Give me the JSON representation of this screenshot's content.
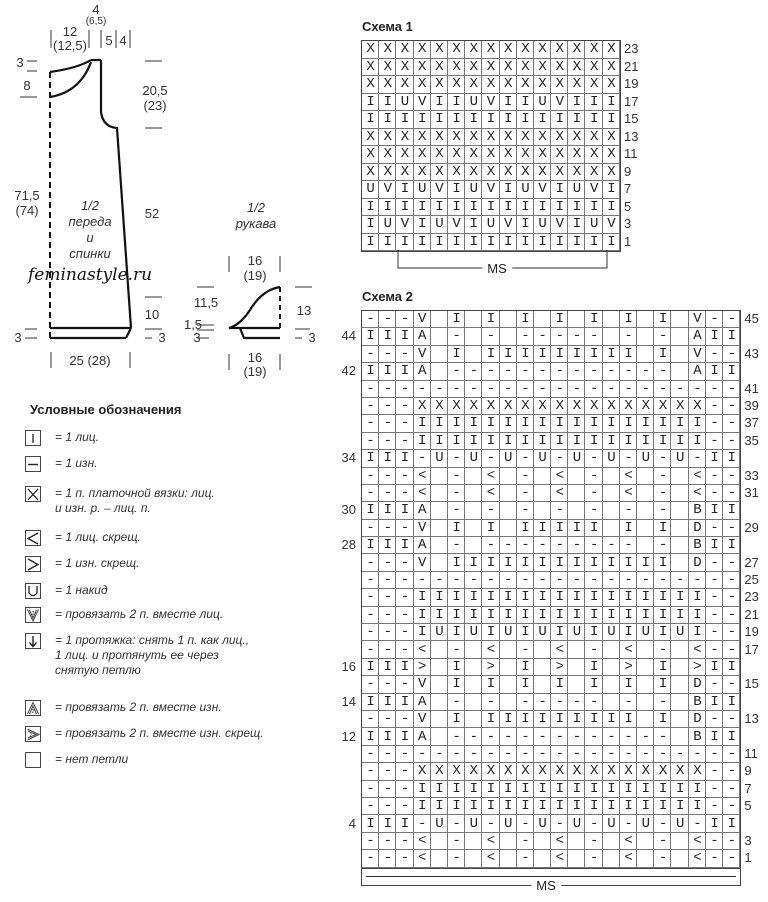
{
  "schematic": {
    "body": {
      "top_neck": "4",
      "top_neck_alt": "(6,5)",
      "top_width": "12",
      "top_width_alt": "(12,5)",
      "shoulder_a": "5",
      "shoulder_b": "4",
      "neck_drop_back": "3",
      "neck_drop_front": "8",
      "armhole": "20,5",
      "armhole_alt": "(23)",
      "length": "71,5",
      "length_alt": "(74)",
      "side": "52",
      "lower": "10",
      "hem_left": "3",
      "hem_right": "3",
      "width": "25 (28)",
      "caption": [
        "1/2",
        "переда",
        "и",
        "спинки"
      ]
    },
    "sleeve": {
      "caption": [
        "1/2",
        "рукава"
      ],
      "top": "16",
      "top_alt": "(19)",
      "cap_left": "11,5",
      "step": "1,5",
      "hem_left": "3",
      "cap_right": "13",
      "hem_right": "3",
      "bottom": "16",
      "bottom_alt": "(19)"
    },
    "watermark": "feminastyle.ru"
  },
  "legend": {
    "title": "Условные обозначения",
    "items": [
      {
        "code": "I",
        "text": "= 1 лиц."
      },
      {
        "code": "-",
        "text": "= 1 изн."
      },
      {
        "code": "X",
        "text": "= 1 п. платочной вязки: лиц.\nи изн. р. – лиц. п."
      },
      {
        "code": "<",
        "text": "= 1 лиц. скрещ."
      },
      {
        "code": ">",
        "text": "= 1 изн. скрещ."
      },
      {
        "code": "U",
        "text": "= 1 накид"
      },
      {
        "code": "V",
        "text": "= провязать 2 п. вместе лиц."
      },
      {
        "code": "D",
        "text": "= 1 протяжка: снять 1 п. как лиц.,\n1 лиц. и протянуть ее через\nснятую петлю"
      },
      {
        "code": "A",
        "text": "= провязать 2 п. вместе изн."
      },
      {
        "code": "B",
        "text": "= провязать 2 п. вместе изн. скрещ."
      },
      {
        "code": " ",
        "text": "= нет петли"
      }
    ]
  },
  "scheme1": {
    "title": "Схема 1",
    "repeat_label": "MS",
    "rows": [
      {
        "n": "23",
        "side": "right",
        "s": "XXXXXXXXXXXXXXX"
      },
      {
        "n": "21",
        "side": "right",
        "s": "XXXXXXXXXXXXXXX"
      },
      {
        "n": "19",
        "side": "right",
        "s": "XXXXXXXXXXXXXXX"
      },
      {
        "n": "17",
        "side": "right",
        "s": "IIUVIIUVIIUVIII"
      },
      {
        "n": "15",
        "side": "right",
        "s": "IIIIIIIIIIIIIII"
      },
      {
        "n": "13",
        "side": "right",
        "s": "XXXXXXXXXXXXXXX"
      },
      {
        "n": "11",
        "side": "right",
        "s": "XXXXXXXXXXXXXXX"
      },
      {
        "n": "9",
        "side": "right",
        "s": "XXXXXXXXXXXXXXX"
      },
      {
        "n": "7",
        "side": "right",
        "s": "UVIUVIUVIUVIUVI"
      },
      {
        "n": "5",
        "side": "right",
        "s": "IIIIIIIIIIIIIII"
      },
      {
        "n": "3",
        "side": "right",
        "s": "IUVIUVIUVIUVIUV"
      },
      {
        "n": "1",
        "side": "right",
        "s": "IIIIIIIIIIIIIII"
      }
    ]
  },
  "scheme2": {
    "title": "Схема 2",
    "repeat_label": "MS",
    "rows": [
      {
        "n": "45",
        "side": "right",
        "s": "---V I I I I I I I V--"
      },
      {
        "n": "44",
        "side": "left",
        "s": "IIIA - - ----- - - AII"
      },
      {
        "n": "43",
        "side": "right",
        "s": "---V I IIIIIIIII I V--"
      },
      {
        "n": "42",
        "side": "left",
        "s": "IIIA ------------- AII"
      },
      {
        "n": "41",
        "side": "right",
        "s": "----------------------"
      },
      {
        "n": "39",
        "side": "right",
        "s": "---XXXXXXXXXXXXXXXXX--"
      },
      {
        "n": "37",
        "side": "right",
        "s": "---IIIIIIIIIIIIIIIII--"
      },
      {
        "n": "35",
        "side": "right",
        "s": "---IIIIIIIIIIIIIIIII--"
      },
      {
        "n": "34",
        "side": "left",
        "s": "III-U-U-U-U-U-U-U-U-II"
      },
      {
        "n": "33",
        "side": "right",
        "s": "---< - < - < - < - <--"
      },
      {
        "n": "31",
        "side": "right",
        "s": "---< - < - < - < - <--"
      },
      {
        "n": "30",
        "side": "left",
        "s": "IIIA - - - - - - - BII"
      },
      {
        "n": "29",
        "side": "right",
        "s": "---V I I IIIII I I D--"
      },
      {
        "n": "28",
        "side": "left",
        "s": "IIIA - --------- - BII"
      },
      {
        "n": "27",
        "side": "right",
        "s": "---V IIIIIIIIIIIII D--"
      },
      {
        "n": "25",
        "side": "right",
        "s": "----------------------"
      },
      {
        "n": "23",
        "side": "right",
        "s": "---IIIIIIIIIIIIIIIII--"
      },
      {
        "n": "21",
        "side": "right",
        "s": "---IIIIIIIIIIIIIIIII--"
      },
      {
        "n": "19",
        "side": "right",
        "s": "---IUIUIUIUIUIUIUIUI--"
      },
      {
        "n": "17",
        "side": "right",
        "s": "---< - < - < - < - <--"
      },
      {
        "n": "16",
        "side": "left",
        "s": "III> I > I > I > I >II"
      },
      {
        "n": "15",
        "side": "right",
        "s": "---V I I I I I I I D--"
      },
      {
        "n": "14",
        "side": "left",
        "s": "IIIA - - ----- - - BII"
      },
      {
        "n": "13",
        "side": "right",
        "s": "---V I IIIIIIIII I D--"
      },
      {
        "n": "12",
        "side": "left",
        "s": "IIIA ------------- BII"
      },
      {
        "n": "11",
        "side": "right",
        "s": "----------------------"
      },
      {
        "n": "9",
        "side": "right",
        "s": "---XXXXXXXXXXXXXXXXX--"
      },
      {
        "n": "7",
        "side": "right",
        "s": "---IIIIIIIIIIIIIIIII--"
      },
      {
        "n": "5",
        "side": "right",
        "s": "---IIIIIIIIIIIIIIIII--"
      },
      {
        "n": "4",
        "side": "left",
        "s": "III-U-U-U-U-U-U-U-U-II"
      },
      {
        "n": "3",
        "side": "right",
        "s": "---< - < - < - < - <--"
      },
      {
        "n": "1",
        "side": "right",
        "s": "---< - < - < - < - <--"
      }
    ]
  }
}
